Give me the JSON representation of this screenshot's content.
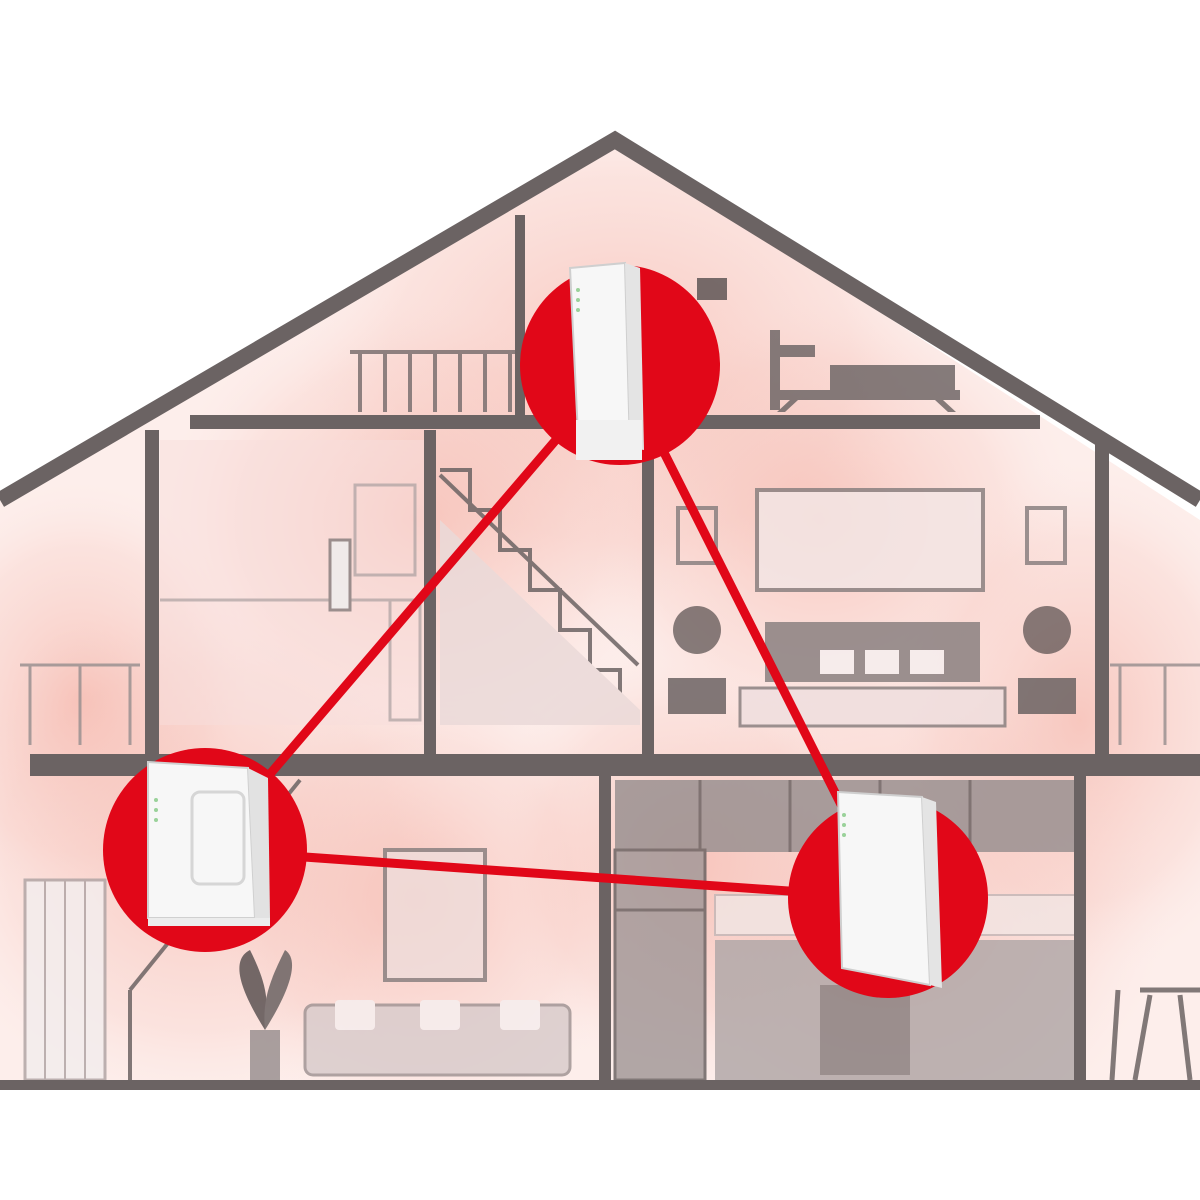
{
  "colors": {
    "background": "#ffffff",
    "wall": "#6b6363",
    "interior_tint": "#fbe3df",
    "signal_glow": "#f3a79a",
    "accent_red": "#e10718",
    "device_white": "#f7f7f7",
    "device_edge": "#cfcfcf",
    "furniture_gray": "#8a8080",
    "furniture_light": "#b8b0b0"
  },
  "nodes": [
    {
      "id": "top",
      "kind": "wall-mount extender"
    },
    {
      "id": "left",
      "kind": "desktop router"
    },
    {
      "id": "right",
      "kind": "wall-mount extender"
    }
  ],
  "links": [
    {
      "from": "top",
      "to": "left"
    },
    {
      "from": "top",
      "to": "right"
    },
    {
      "from": "left",
      "to": "right"
    }
  ],
  "icons": [
    "house-icon",
    "wifi-router-icon",
    "wifi-extender-icon",
    "mesh-link-icon"
  ]
}
